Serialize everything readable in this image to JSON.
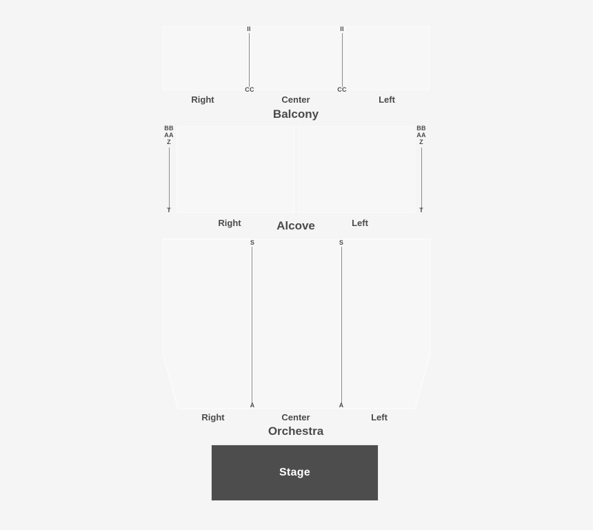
{
  "venue": {
    "background_color": "#f5f5f5",
    "panel_fill": "#f7f7f7",
    "panel_border": "#fbfbfb",
    "label_color": "#4a4a4a",
    "rowline_color": "#8a8a8a",
    "stage_color": "#4d4d4d",
    "stage_text_color": "#ffffff"
  },
  "sections": [
    {
      "name": "Balcony",
      "label": "Balcony",
      "subsections": [
        {
          "label": "Right"
        },
        {
          "label": "Center"
        },
        {
          "label": "Left"
        }
      ],
      "row_markers": [
        {
          "top_label": "II",
          "bottom_label": "CC"
        },
        {
          "top_label": "II",
          "bottom_label": "CC"
        }
      ]
    },
    {
      "name": "Alcove",
      "label": "Alcove",
      "subsections": [
        {
          "label": "Right"
        },
        {
          "label": "Left"
        }
      ],
      "row_markers": [
        {
          "top_label": "BB\nAA\nZ",
          "top_rows": [
            "BB",
            "AA",
            "Z"
          ],
          "bottom_label": "T"
        },
        {
          "top_label": "BB\nAA\nZ",
          "top_rows": [
            "BB",
            "AA",
            "Z"
          ],
          "bottom_label": "T"
        }
      ]
    },
    {
      "name": "Orchestra",
      "label": "Orchestra",
      "subsections": [
        {
          "label": "Right"
        },
        {
          "label": "Center"
        },
        {
          "label": "Left"
        }
      ],
      "row_markers": [
        {
          "top_label": "S",
          "bottom_label": "A"
        },
        {
          "top_label": "S",
          "bottom_label": "A"
        }
      ]
    }
  ],
  "balcony": {
    "section_label": "Balcony",
    "right_label": "Right",
    "center_label": "Center",
    "left_label": "Left",
    "marker_left_top": "II",
    "marker_left_bottom": "CC",
    "marker_right_top": "II",
    "marker_right_bottom": "CC"
  },
  "alcove": {
    "section_label": "Alcove",
    "right_label": "Right",
    "left_label": "Left",
    "marker_left_row1": "BB",
    "marker_left_row2": "AA",
    "marker_left_row3": "Z",
    "marker_left_bottom": "T",
    "marker_right_row1": "BB",
    "marker_right_row2": "AA",
    "marker_right_row3": "Z",
    "marker_right_bottom": "T"
  },
  "orchestra": {
    "section_label": "Orchestra",
    "right_label": "Right",
    "center_label": "Center",
    "left_label": "Left",
    "marker_left_top": "S",
    "marker_left_bottom": "A",
    "marker_right_top": "S",
    "marker_right_bottom": "A"
  },
  "stage": {
    "label": "Stage"
  }
}
